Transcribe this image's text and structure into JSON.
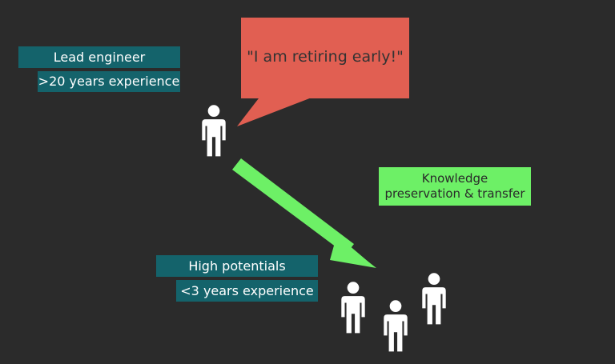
{
  "lead": {
    "title": "Lead engineer",
    "experience": ">20 years experience"
  },
  "speech": {
    "quote": "\"I am retiring early!\""
  },
  "knowledge": {
    "line1": "Knowledge",
    "line2": "preservation & transfer"
  },
  "high_potentials": {
    "title": "High potentials",
    "experience": "<3 years experience"
  },
  "colors": {
    "background": "#2b2b2b",
    "label_teal": "#14636b",
    "speech_red": "#e15f52",
    "arrow_green": "#6df066",
    "figure_white": "#ffffff"
  },
  "icons": {
    "person": "person-icon",
    "arrow": "arrow-down-right-icon"
  }
}
